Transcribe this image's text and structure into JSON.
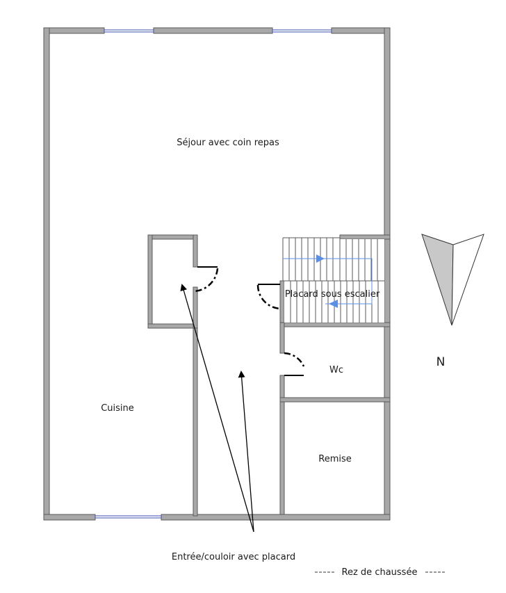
{
  "rooms": {
    "sejour": "Séjour avec coin repas",
    "placard_escalier": "Placard sous escalier",
    "wc": "Wc",
    "cuisine": "Cuisine",
    "remise": "Remise"
  },
  "entry_label": "Entrée/couloir avec placard",
  "floor_label": "Rez de chaussée",
  "compass": {
    "label": "N"
  },
  "colors": {
    "wall_fill": "#a8a8a8",
    "wall_stroke": "#5a5a5a",
    "window": "#3a4fb0",
    "stair_arrow": "#5b8fe6"
  }
}
